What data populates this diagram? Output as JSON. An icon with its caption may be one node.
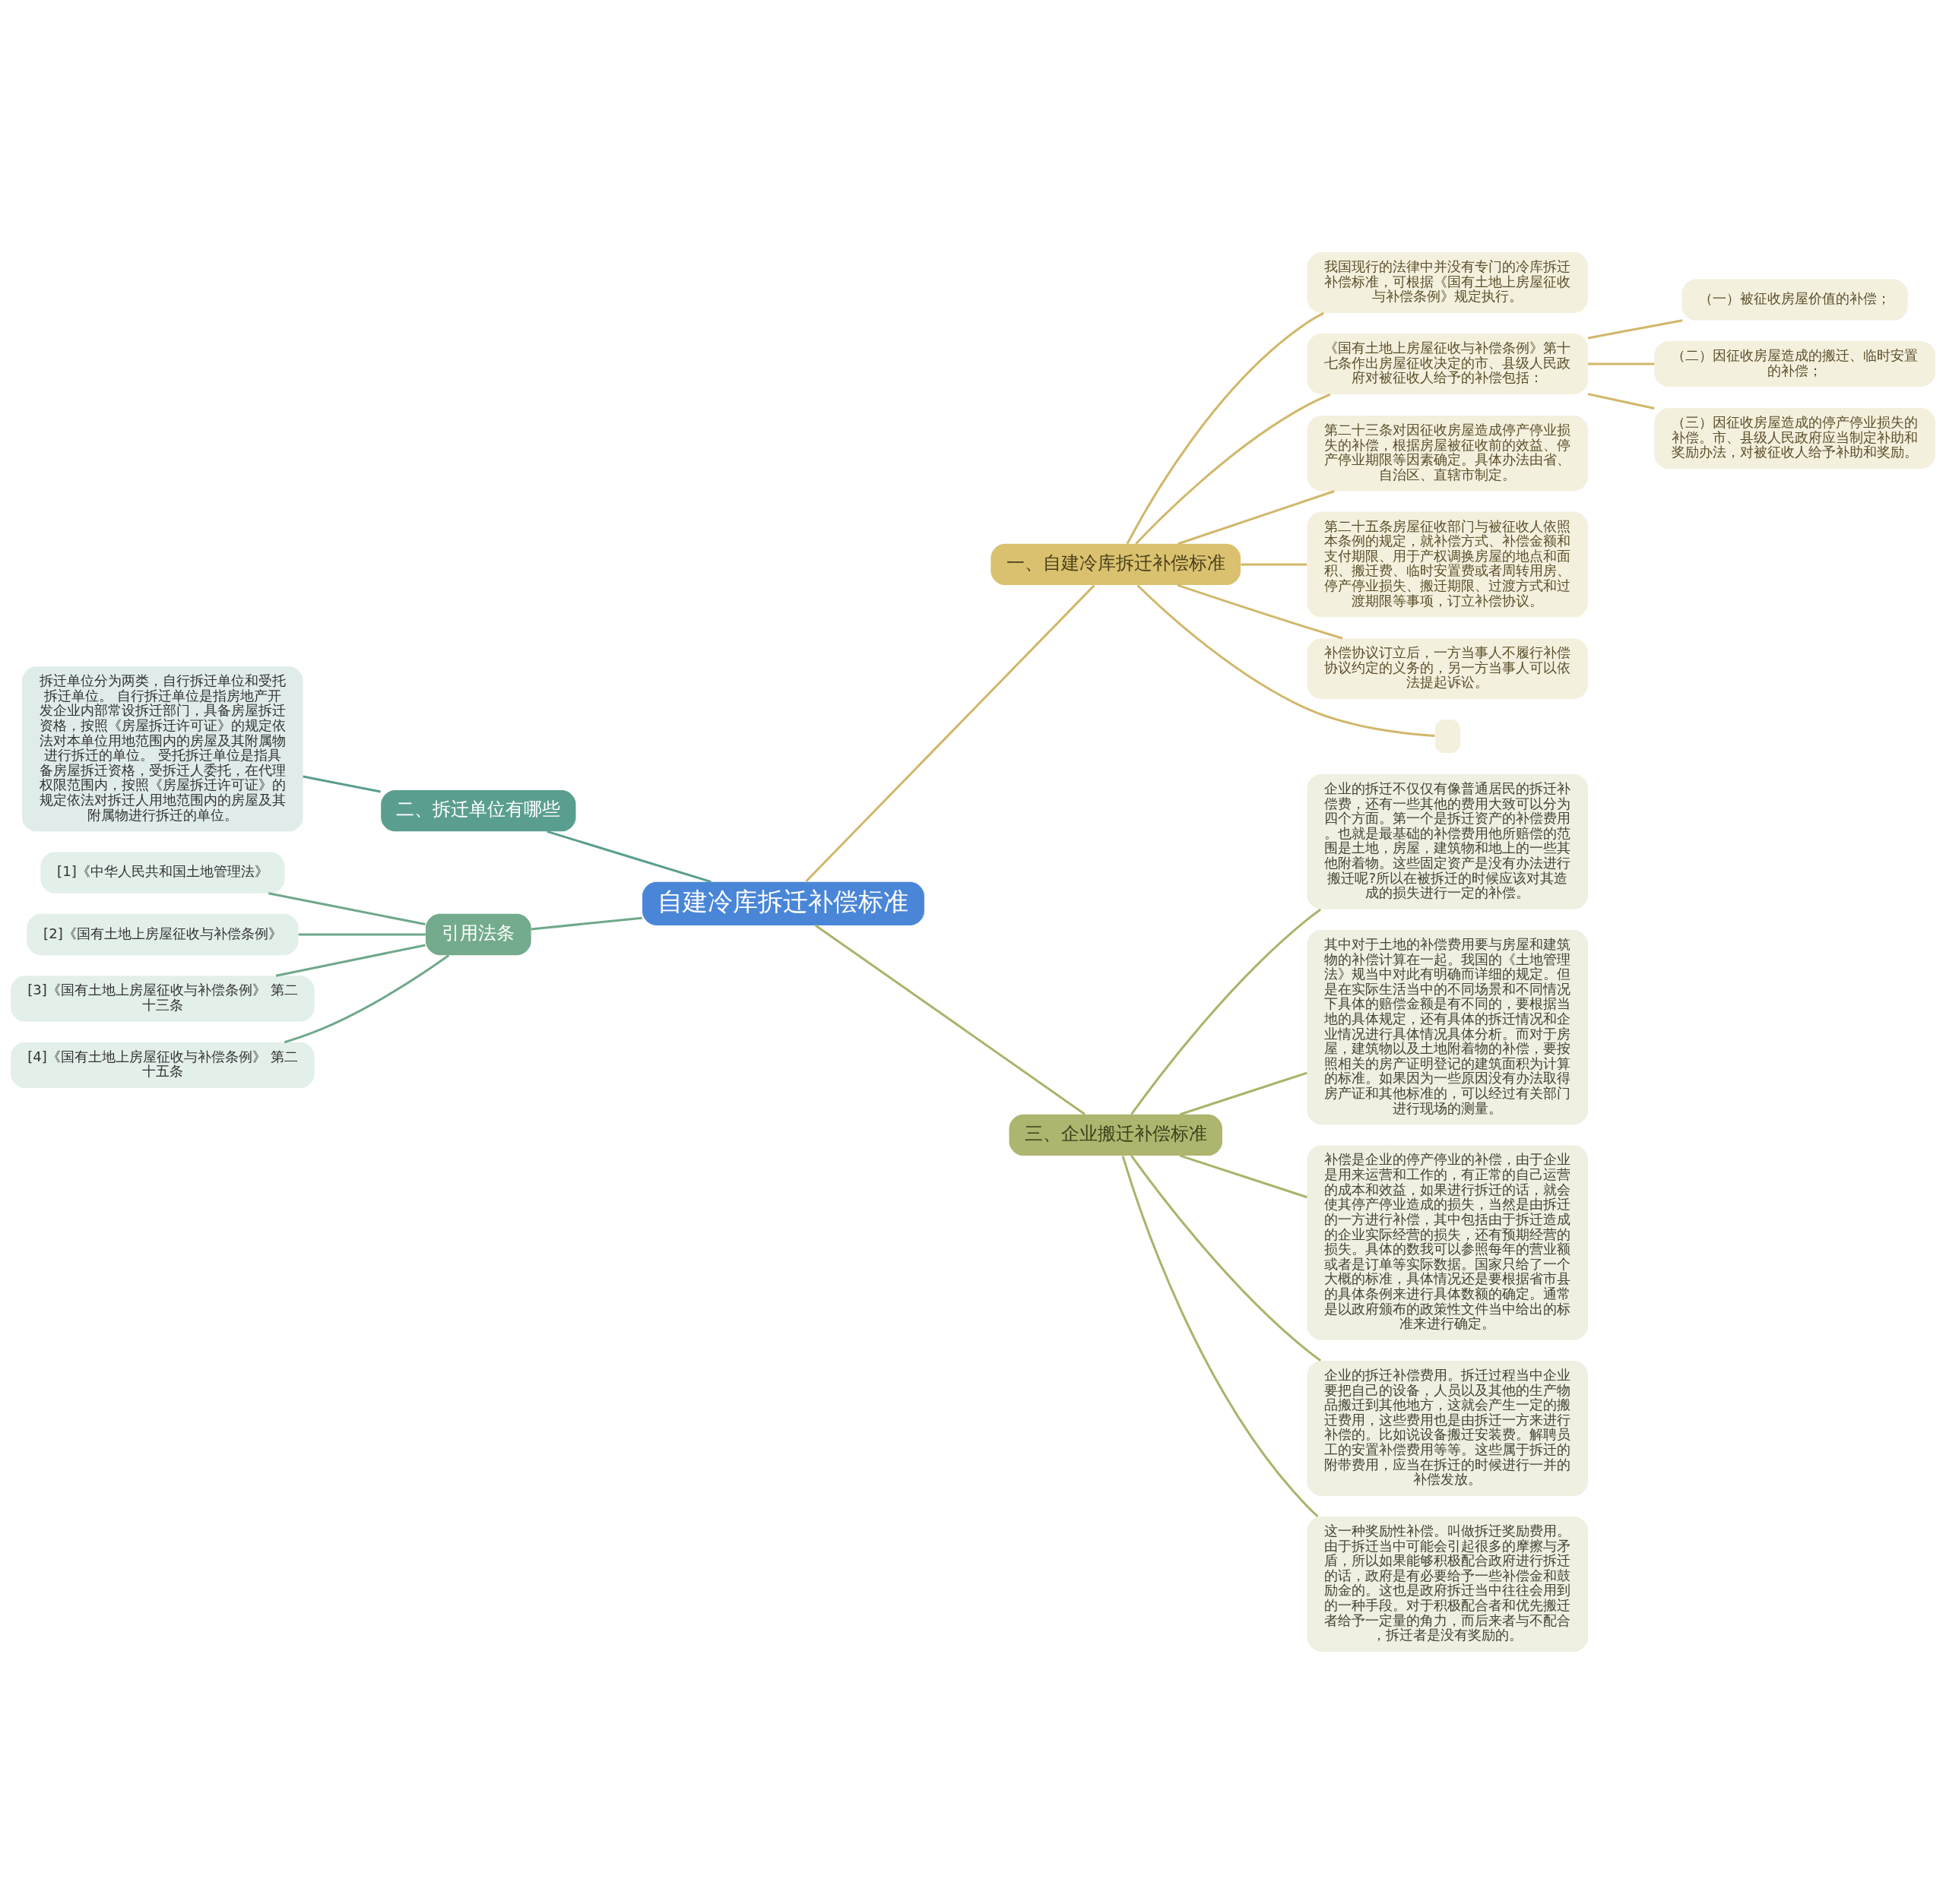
{
  "diagram": {
    "nodes": [
      {
        "text": [
          "自建冷库拆迁补偿标准"
        ]
      },
      {
        "text": [
          "一、自建冷库拆迁补偿标准"
        ]
      },
      {
        "text": [
          "我国现行的法律中并没有专门的冷库拆迁补偿标准，可根据《国有土地上房屋征收与补偿条例》规定执行。"
        ]
      },
      {
        "text": [
          "《国有土地上房屋征收与补偿条例》第十七条作出房屋征收决定的市、县级人民政府对被征收人给予的补偿包括："
        ]
      },
      {
        "text": [
          "（一）被征收房屋价值的补偿；"
        ]
      },
      {
        "text": [
          "（二）因征收房屋造成的搬迁、临时安置的补偿；"
        ]
      },
      {
        "text": [
          "（三）因征收房屋造成的停产停业损失的补偿。市、县级人民政府应当制定补助和奖励办法，对被征收人给予补助和奖励。"
        ]
      },
      {
        "text": [
          "第二十三条对因征收房屋造成停产停业损失的补偿，根据房屋被征收前的效益、停产停业期限等因素确定。具体办法由省、自治区、直辖市制定。"
        ]
      },
      {
        "text": [
          "第二十五条房屋征收部门与被征收人依照本条例的规定，就补偿方式、补偿金额和支付期限、用于产权调换房屋的地点和面积、搬迁费、临时安置费或者周转用房、停产停业损失、搬迁期限、过渡方式和过渡期限等事项，订立补偿协议。"
        ]
      },
      {
        "text": [
          "补偿协议订立后，一方当事人不履行补偿协议约定的义务的，另一方当事人可以依法提起诉讼。"
        ]
      },
      {
        "text": [],
        "shape": "box"
      },
      {
        "text": [
          "二、拆迁单位有哪些"
        ]
      },
      {
        "text": [
          "拆迁单位分为两类，自行拆迁单位和受托拆迁单位。 自行拆迁单位是指房地产开发企业内部常设拆迁部门，具备房屋拆迁资格，按照《房屋拆迁许可证》的规定依法对本单位用地范围内的房屋及其附属物进行拆迁的单位。 受托拆迁单位是指具备房屋拆迁资格，受拆迁人委托，在代理权限范围内，按照《房屋拆迁许可证》的规定依法对拆迁人用地范围内的房屋及其附属物进行拆迁的单位。"
        ]
      },
      {
        "text": [
          "引用法条"
        ]
      },
      {
        "text": [
          "[1]《中华人民共和国土地管理法》"
        ]
      },
      {
        "text": [
          "[2]《国有土地上房屋征收与补偿条例》"
        ]
      },
      {
        "text": [
          "[3]《国有土地上房屋征收与补偿条例》 第二十三条"
        ]
      },
      {
        "text": [
          "[4]《国有土地上房屋征收与补偿条例》 第二十五条"
        ]
      },
      {
        "text": [
          "三、企业搬迁补偿标准"
        ]
      },
      {
        "text": [
          "企业的拆迁不仅仅有像普通居民的拆迁补偿费，还有一些其他的费用大致可以分为四个方面。第一个是拆迁资产的补偿费用。也就是最基础的补偿费用他所赔偿的范围是土地，房屋，建筑物和地上的一些其他附着物。这些固定资产是没有办法进行搬迁呢?所以在被拆迁的时候应该对其造成的损失进行一定的补偿。"
        ]
      },
      {
        "text": [
          "其中对于土地的补偿费用要与房屋和建筑物的补偿计算在一起。我国的《土地管理法》规当中对此有明确而详细的规定。但是在实际生活当中的不同场景和不同情况下具体的赔偿金额是有不同的，要根据当地的具体规定，还有具体的拆迁情况和企业情况进行具体情况具体分析。而对于房屋，建筑物以及土地附着物的补偿，要按照相关的房产证明登记的建筑面积为计算的标准。如果因为一些原因没有办法取得房产证和其他标准的，可以经过有关部门进行现场的测量。"
        ]
      },
      {
        "text": [
          "补偿是企业的停产停业的补偿，由于企业是用来运营和工作的，有正常的自己运营的成本和效益，如果进行拆迁的话，就会使其停产停业造成的损失，当然是由拆迁的一方进行补偿，其中包括由于拆迁造成的企业实际经营的损失，还有预期经营的损失。具体的数我可以参照每年的营业额或者是订单等实际数据。国家只给了一个大概的标准，具体情况还是要根据省市县的具体条例来进行具体数额的确定。通常是以政府颁布的政策性文件当中给出的标准来进行确定。"
        ]
      },
      {
        "text": [
          "企业的拆迁补偿费用。拆迁过程当中企业要把自己的设备，人员以及其他的生产物品搬迁到其他地方，这就会产生一定的搬迁费用，这些费用也是由拆迁一方来进行补偿的。比如说设备搬迁安装费。解聘员工的安置补偿费用等等。这些属于拆迁的附带费用，应当在拆迁的时候进行一并的补偿发放。"
        ]
      },
      {
        "text": [
          "这一种奖励性补偿。叫做拆迁奖励费用。由于拆迁当中可能会引起很多的摩擦与矛盾，所以如果能够积极配合政府进行拆迁的话，政府是有必要给予一些补偿金和鼓励金的。这也是政府拆迁当中往往会用到的一种手段。对于积极配合者和优先搬迁者给予一定量的角力，而后来者与不配合，拆迁者是没有奖励的。"
        ]
      }
    ],
    "edges": [
      {
        "from": 0,
        "to": 1,
        "arrow": "none",
        "color": "#d1b76a"
      },
      {
        "from": 1,
        "to": 2,
        "arrow": "none",
        "color": "#d1b76a"
      },
      {
        "from": 1,
        "to": 3,
        "arrow": "none",
        "color": "#d1b76a"
      },
      {
        "from": 3,
        "to": 4,
        "arrow": "none",
        "color": "#d1b76a"
      },
      {
        "from": 3,
        "to": 5,
        "arrow": "none",
        "color": "#d1b76a"
      },
      {
        "from": 3,
        "to": 6,
        "arrow": "none",
        "color": "#d1b76a"
      },
      {
        "from": 1,
        "to": 7,
        "arrow": "none",
        "color": "#d1b76a"
      },
      {
        "from": 1,
        "to": 8,
        "arrow": "none",
        "color": "#d1b76a"
      },
      {
        "from": 1,
        "to": 9,
        "arrow": "none",
        "color": "#d1b76a"
      },
      {
        "from": 1,
        "to": 10,
        "arrow": "none",
        "color": "#d1b76a"
      },
      {
        "from": 0,
        "to": 11,
        "arrow": "none",
        "color": "#5a9e8f"
      },
      {
        "from": 11,
        "to": 12,
        "arrow": "none",
        "color": "#5a9e8f"
      },
      {
        "from": 0,
        "to": 13,
        "arrow": "none",
        "color": "#6fa88a"
      },
      {
        "from": 13,
        "to": 14,
        "arrow": "none",
        "color": "#6fa88a"
      },
      {
        "from": 13,
        "to": 15,
        "arrow": "none",
        "color": "#6fa88a"
      },
      {
        "from": 13,
        "to": 16,
        "arrow": "none",
        "color": "#6fa88a"
      },
      {
        "from": 13,
        "to": 17,
        "arrow": "none",
        "color": "#6fa88a"
      },
      {
        "from": 0,
        "to": 18,
        "arrow": "none",
        "color": "#a9b46b"
      },
      {
        "from": 18,
        "to": 19,
        "arrow": "none",
        "color": "#a9b46b"
      },
      {
        "from": 18,
        "to": 20,
        "arrow": "none",
        "color": "#a9b46b"
      },
      {
        "from": 18,
        "to": 21,
        "arrow": "none",
        "color": "#a9b46b"
      },
      {
        "from": 18,
        "to": 22,
        "arrow": "none",
        "color": "#a9b46b"
      },
      {
        "from": 18,
        "to": 23,
        "arrow": "none",
        "color": "#a9b46b"
      }
    ]
  }
}
